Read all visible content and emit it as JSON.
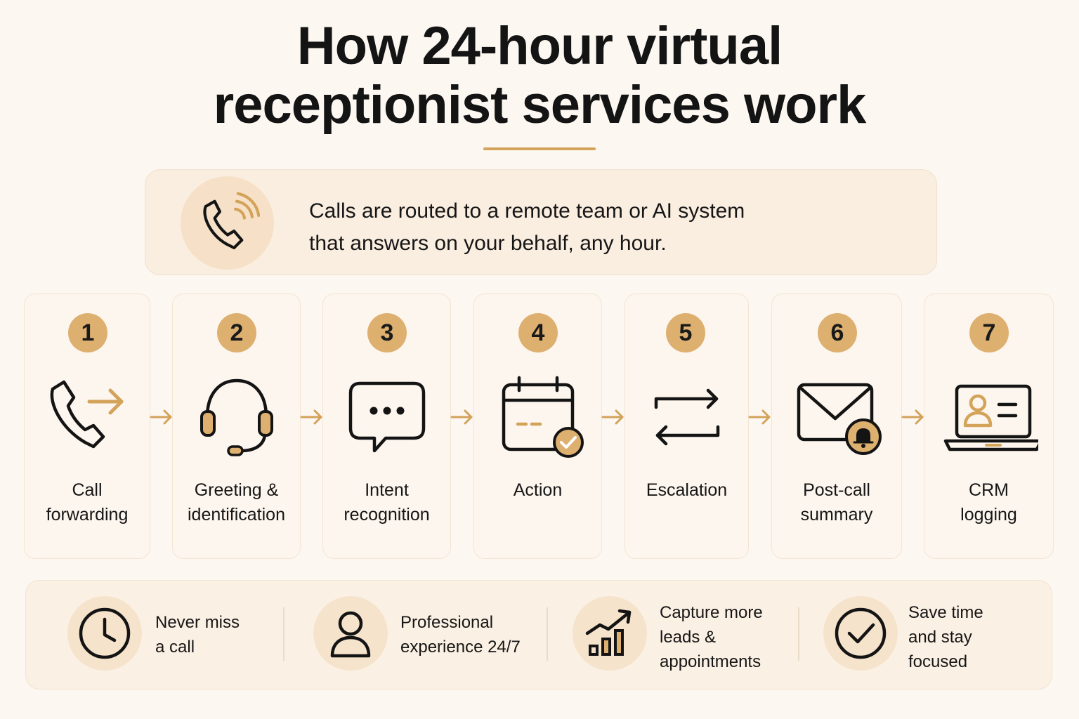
{
  "title": {
    "line1": "How 24-hour virtual",
    "line2": "receptionist services work"
  },
  "intro": {
    "icon": "phone-ringing-icon",
    "line1": "Calls are routed to a remote team or AI system",
    "line2": "that answers on your behalf, any hour."
  },
  "steps": [
    {
      "number": "1",
      "label_line1": "Call",
      "label_line2": "forwarding",
      "icon": "phone-forward-icon"
    },
    {
      "number": "2",
      "label_line1": "Greeting &",
      "label_line2": "identification",
      "icon": "headset-icon"
    },
    {
      "number": "3",
      "label_line1": "Intent",
      "label_line2": "recognition",
      "icon": "chat-bubble-icon"
    },
    {
      "number": "4",
      "label_line1": "Action",
      "label_line2": "",
      "icon": "calendar-check-icon"
    },
    {
      "number": "5",
      "label_line1": "Escalation",
      "label_line2": "",
      "icon": "transfer-arrows-icon"
    },
    {
      "number": "6",
      "label_line1": "Post-call",
      "label_line2": "summary",
      "icon": "envelope-bell-icon"
    },
    {
      "number": "7",
      "label_line1": "CRM",
      "label_line2": "logging",
      "icon": "laptop-contact-icon"
    }
  ],
  "benefits": [
    {
      "line1": "Never miss",
      "line2": "a call",
      "line3": "",
      "icon": "clock-icon"
    },
    {
      "line1": "Professional",
      "line2": "experience 24/7",
      "line3": "",
      "icon": "user-icon"
    },
    {
      "line1": "Capture more",
      "line2": "leads &",
      "line3": "appointments",
      "icon": "growth-chart-icon"
    },
    {
      "line1": "Save time",
      "line2": "and stay",
      "line3": "focused",
      "icon": "check-circle-icon"
    }
  ],
  "colors": {
    "background": "#fcf7f1",
    "accent": "#d3a35a",
    "badge": "#ddb070",
    "icon_stroke": "#141414"
  }
}
